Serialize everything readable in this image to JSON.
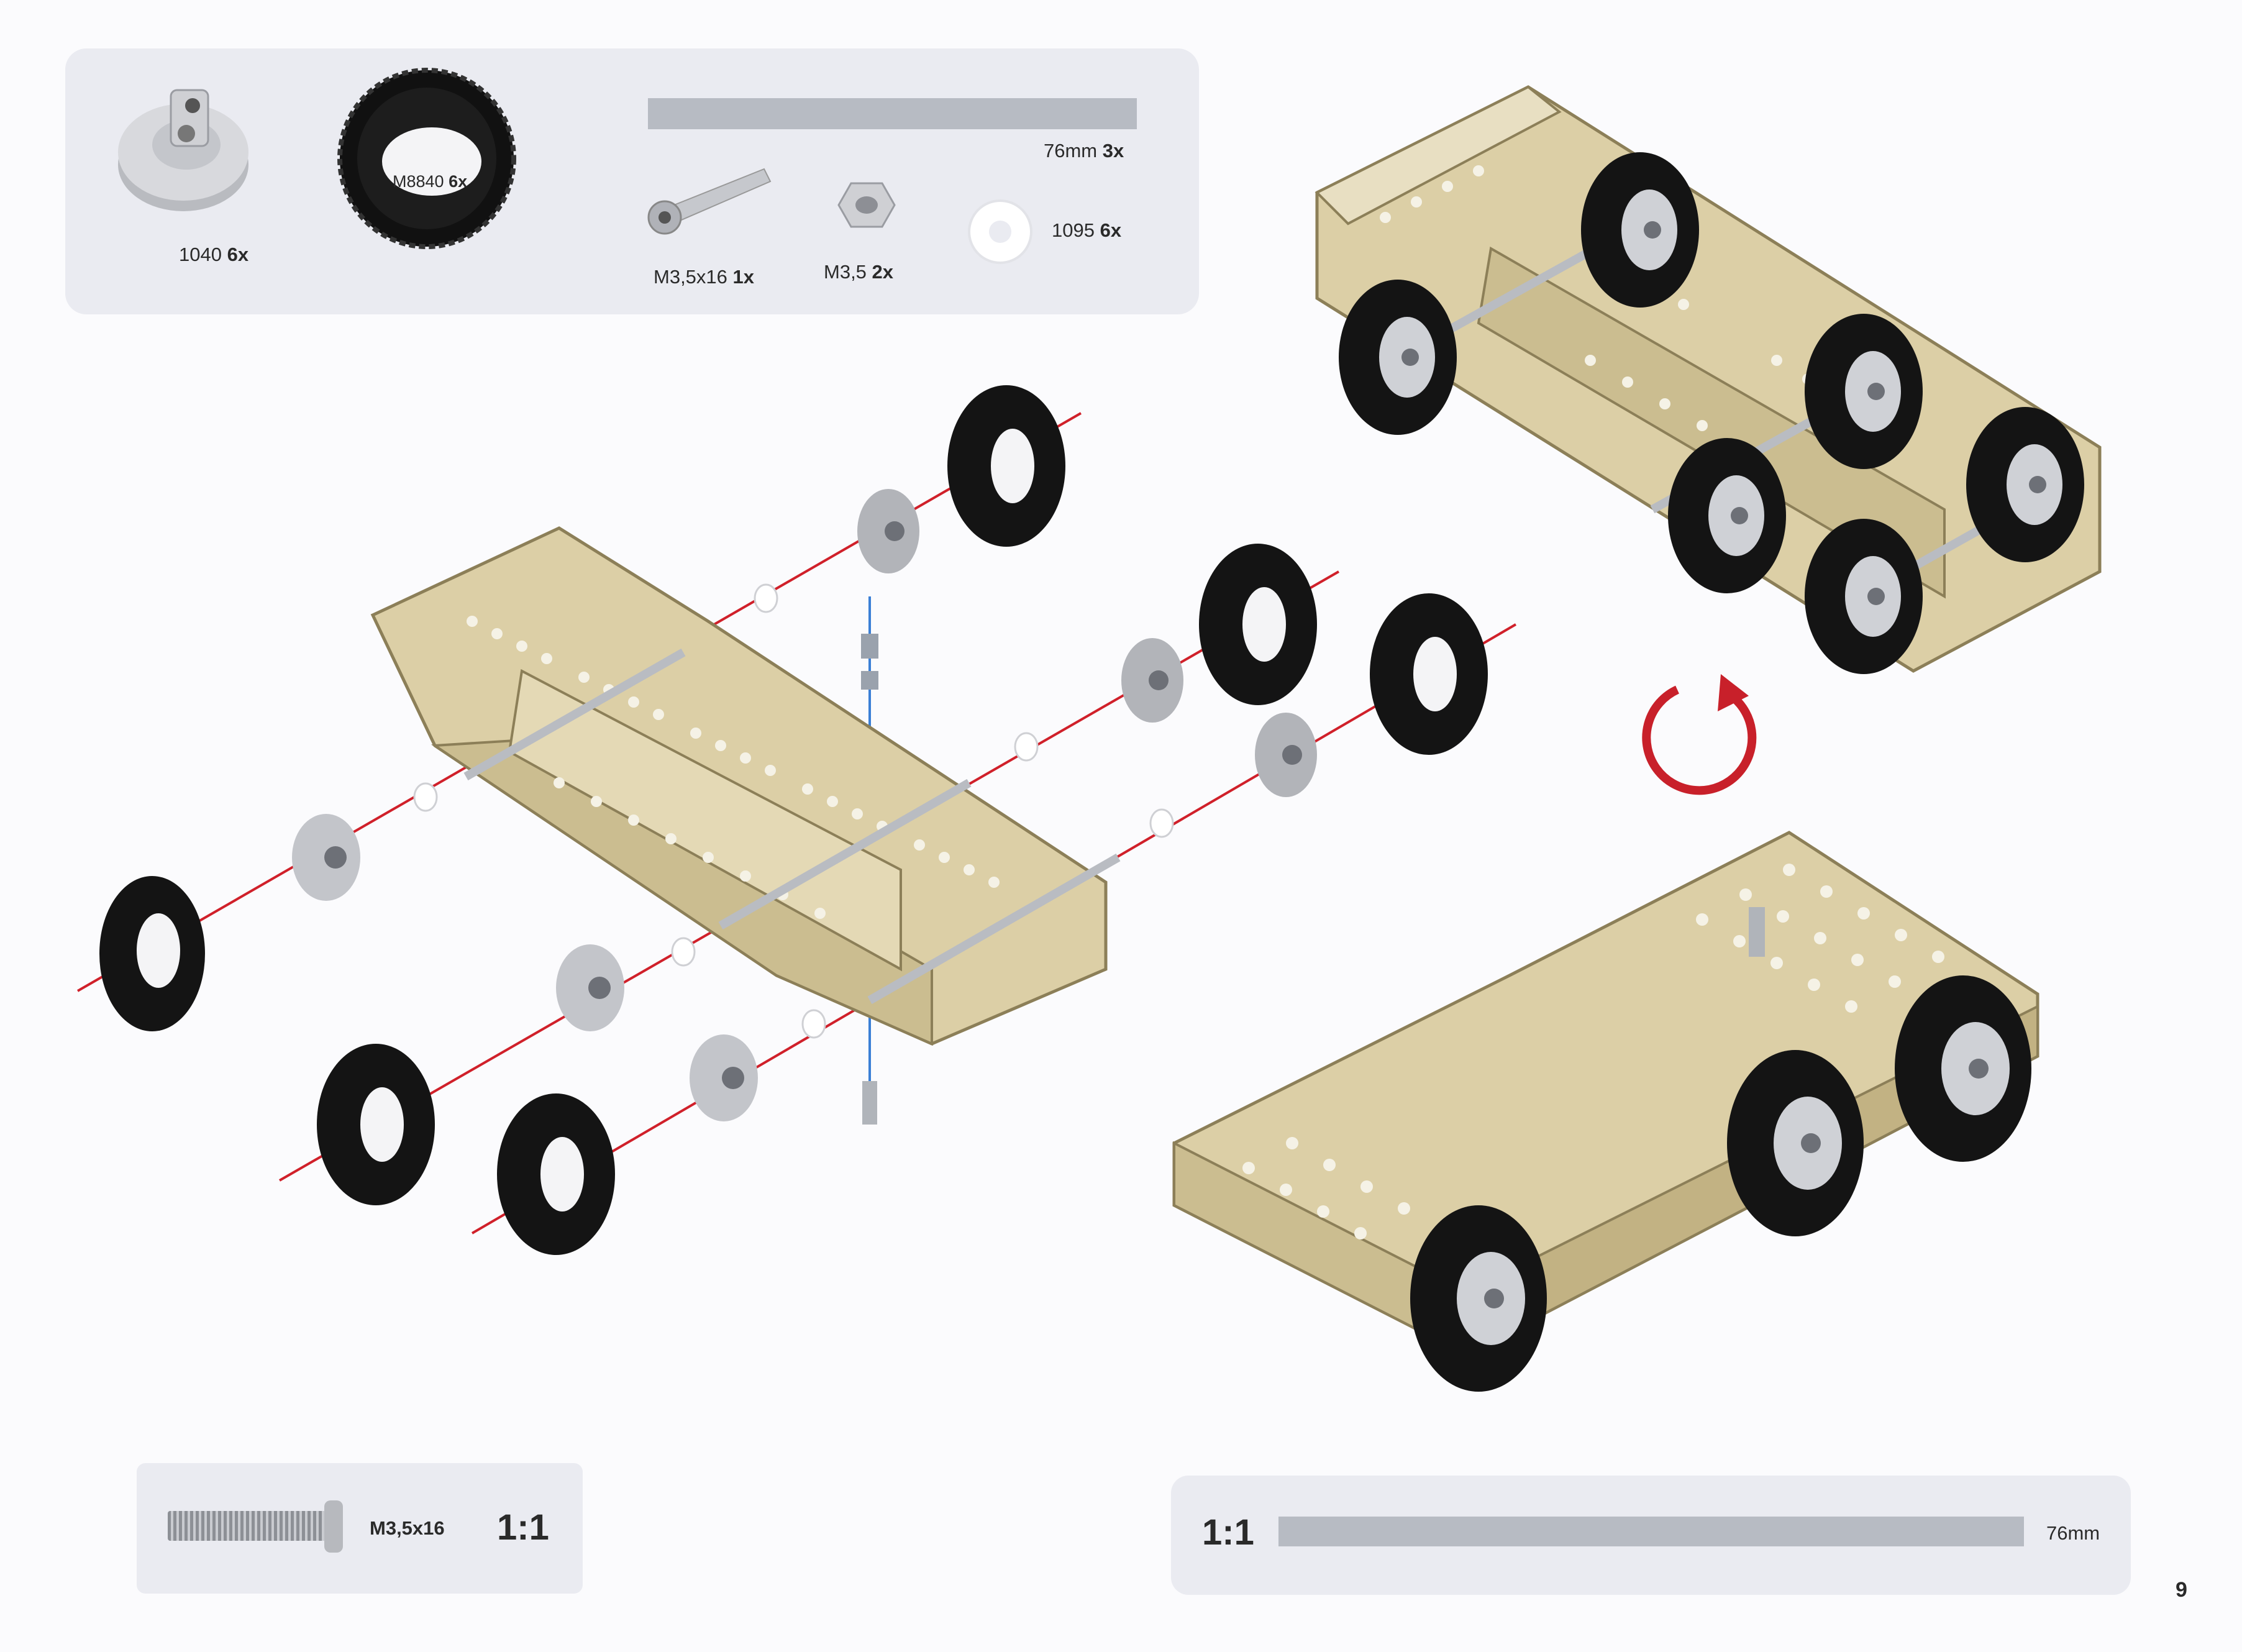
{
  "parts_panel": {
    "pulley": {
      "code": "1040",
      "qty": "6x"
    },
    "tire": {
      "code": "M8840",
      "qty": "6x"
    },
    "axle": {
      "length": "76mm",
      "qty": "3x"
    },
    "screw": {
      "code": "M3,5x16",
      "qty": "1x"
    },
    "nut": {
      "code": "M3,5",
      "qty": "2x"
    },
    "washer": {
      "code": "1095",
      "qty": "6x"
    }
  },
  "scale_screw": {
    "code": "M3,5x16",
    "ratio": "1:1"
  },
  "scale_axle": {
    "ratio": "1:1",
    "length": "76mm"
  },
  "page_number": "9",
  "colors": {
    "panel": "#eaebf1",
    "rotate_arrow": "#c8202a",
    "axis_line": "#d0202a",
    "vertical_axis": "#3a7fd6",
    "frame": "#dccfa6",
    "tire": "#141414"
  },
  "icons": [
    "pulley-icon",
    "tire-icon",
    "axle-icon",
    "screw-icon",
    "nut-icon",
    "washer-icon",
    "rotate-arrow-icon"
  ]
}
